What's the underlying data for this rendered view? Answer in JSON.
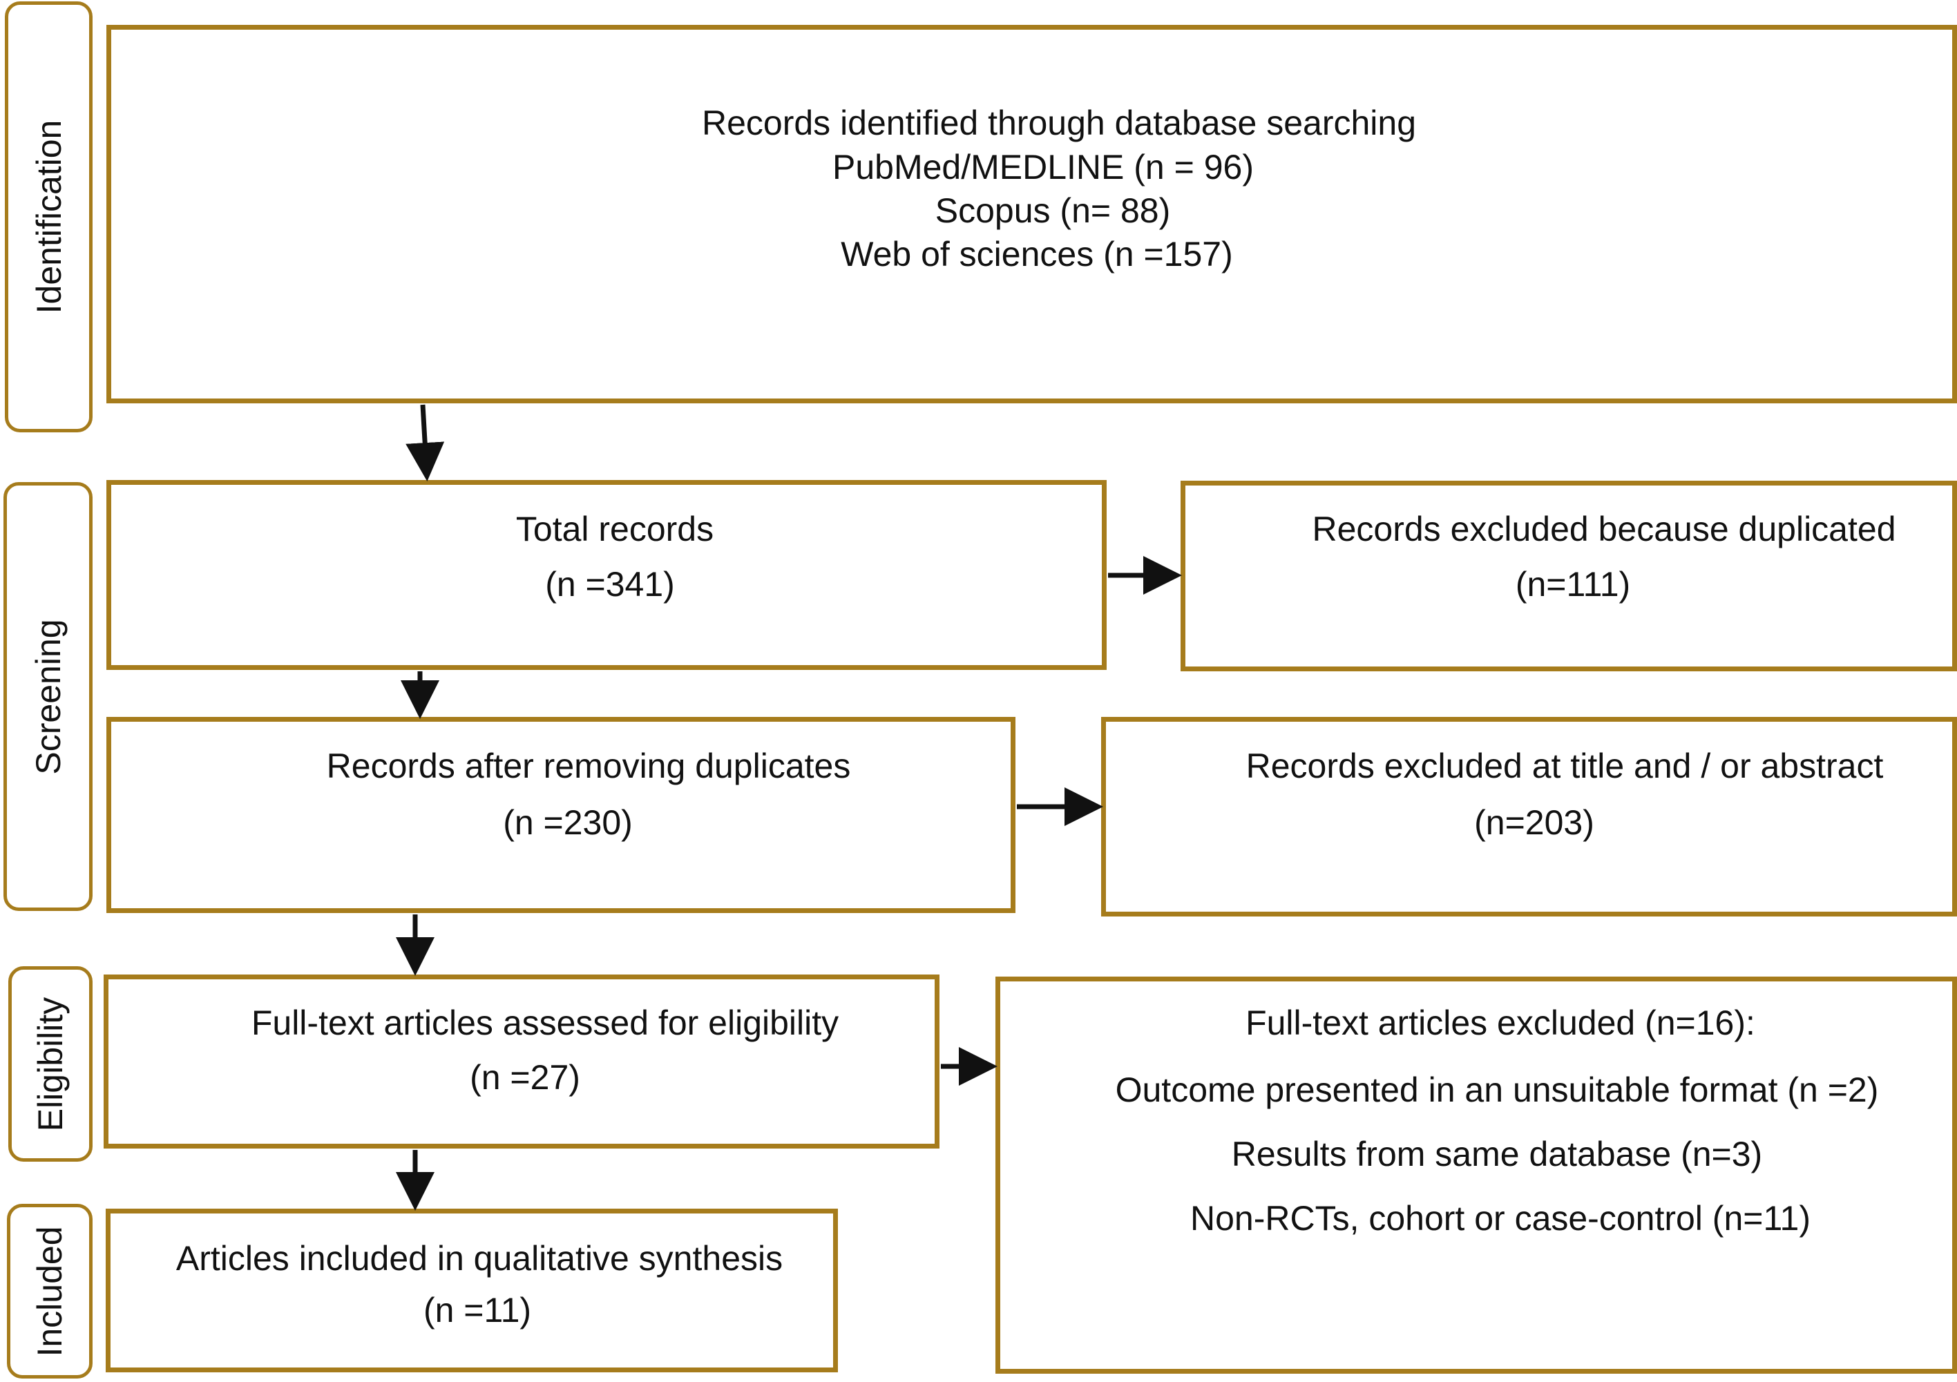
{
  "phases": {
    "identification": "Identification",
    "screening": "Screening",
    "eligibility": "Eligibility",
    "included": "Included"
  },
  "identified": {
    "title": "Records identified through database searching",
    "pubmed": "PubMed/MEDLINE (n = 96)",
    "scopus": "Scopus (n= 88)",
    "wos": "Web of sciences (n =157)"
  },
  "total": {
    "title": "Total records",
    "count": "(n =341)"
  },
  "duplicates_excluded": {
    "title": "Records excluded because duplicated",
    "count": "(n=111)"
  },
  "after_duplicates": {
    "title": "Records after removing duplicates",
    "count": "(n =230)"
  },
  "title_abstract_excluded": {
    "title": "Records excluded at title and / or abstract",
    "count": "(n=203)"
  },
  "fulltext_assessed": {
    "title": "Full-text articles assessed for eligibility",
    "count": "(n =27)"
  },
  "fulltext_excluded": {
    "title": "Full-text articles excluded (n=16):",
    "reasons": [
      "Outcome presented in an unsuitable format (n =2)",
      "Results from same database (n=3)",
      "Non-RCTs, cohort or case-control (n=11)"
    ]
  },
  "included": {
    "title": "Articles included in qualitative synthesis",
    "count": "(n =11)"
  }
}
